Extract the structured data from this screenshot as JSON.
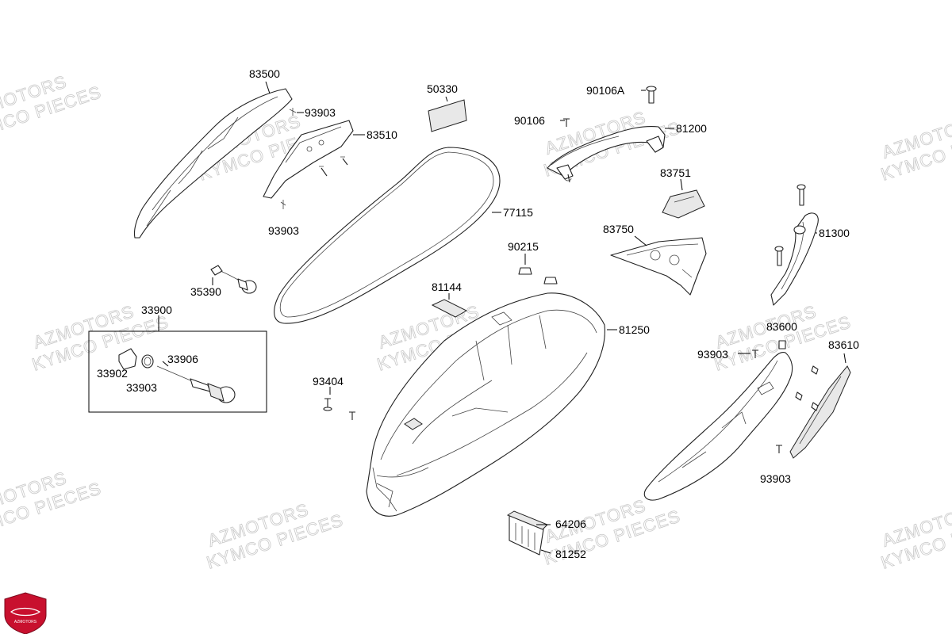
{
  "watermark": {
    "line1": "AZMOTORS",
    "line2": "KYMCO PIECES"
  },
  "logo": {
    "text": "AZMOTORS",
    "color": "#c8102e"
  },
  "labels": {
    "p83500": "83500",
    "p93903a": "93903",
    "p83510": "83510",
    "p93903b": "93903",
    "p50330": "50330",
    "p77115": "77115",
    "p90106A": "90106A",
    "p90106": "90106",
    "p81200": "81200",
    "p83751": "83751",
    "p83750": "83750",
    "p81300": "81300",
    "p90215": "90215",
    "p81144": "81144",
    "p81250": "81250",
    "p35390": "35390",
    "p33900": "33900",
    "p33906": "33906",
    "p33902": "33902",
    "p33903": "33903",
    "p93404": "93404",
    "p83600": "83600",
    "p83610": "83610",
    "p93903c": "93903",
    "p93903d": "93903",
    "p64206": "64206",
    "p81252": "81252"
  }
}
